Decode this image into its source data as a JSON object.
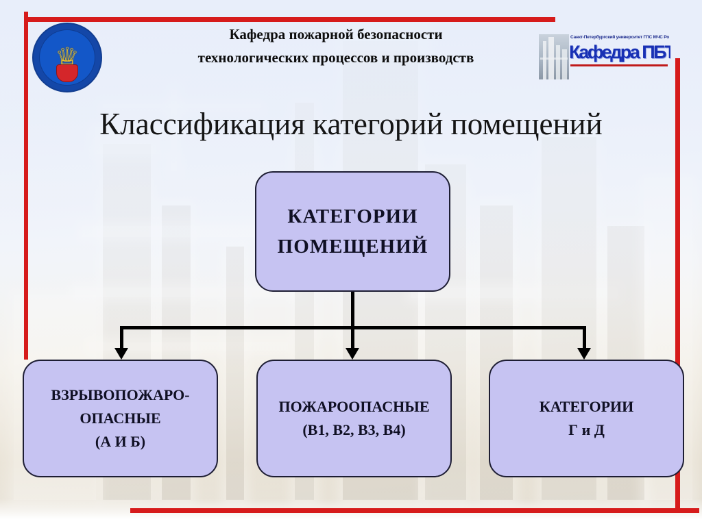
{
  "slide": {
    "header": {
      "crest_icon": "ministry-emergency-situations-crest-icon",
      "title_line1": "Кафедра пожарной безопасности",
      "title_line2": "технологических процессов и производств",
      "dept_logo": {
        "photo_icon": "refinery-photo-icon",
        "university_line": "Санкт-Петербургский университет ГПС МЧС России",
        "dept_word": "Кафедра ПБТПиП",
        "accent_color": "#1830b4",
        "underline_color": "#c01a1a"
      }
    },
    "title": "Классификация категорий помещений",
    "frame": {
      "color": "#d61b1b"
    },
    "diagram": {
      "node_fill": "#c6c3f2",
      "node_border": "#1d1d33",
      "root": {
        "line1": "КАТЕГОРИИ",
        "line2": "ПОМЕЩЕНИЙ"
      },
      "children": [
        {
          "id": "explosive-fire-hazard",
          "line1": "ВЗРЫВОПОЖАРО-",
          "line2": "ОПАСНЫЕ",
          "line3": "(А И Б)"
        },
        {
          "id": "fire-hazard",
          "line1": "ПОЖАРООПАСНЫЕ",
          "line2": "(В1, В2, В3, В4)",
          "line3": ""
        },
        {
          "id": "categories-g-d",
          "line1": "КАТЕГОРИИ",
          "line2": "Г и Д",
          "line3": ""
        }
      ]
    }
  }
}
